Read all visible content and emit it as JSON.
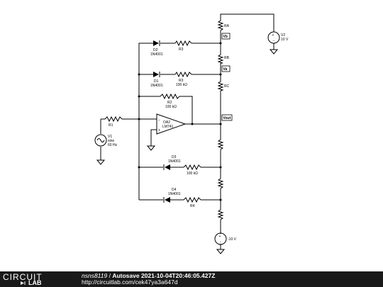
{
  "schematic": {
    "nodes": {
      "vb": "Vb",
      "va": "Va",
      "vout": "Vout"
    },
    "components": {
      "ra": {
        "name": "RA"
      },
      "rb": {
        "name": "RB"
      },
      "rc": {
        "name": "RC"
      },
      "v2": {
        "name": "V2",
        "value": "10 V"
      },
      "d2": {
        "name": "D2",
        "part": "1N4001"
      },
      "r3_top": {
        "name": "R3"
      },
      "d1_mid": {
        "name": "D1",
        "part": "1N4001"
      },
      "r3_mid": {
        "name": "R3",
        "value": "100 kΩ"
      },
      "r2": {
        "name": "R2",
        "value": "100 kΩ"
      },
      "r1": {
        "name": "R1"
      },
      "v1": {
        "name": "V1",
        "wave": "sine",
        "freq": "60 Hz"
      },
      "oa2": {
        "name": "OA2",
        "part": "LM741"
      },
      "d3": {
        "name": "D3",
        "part": "1N4001"
      },
      "r_d3": {
        "value": "100 kΩ"
      },
      "d4": {
        "name": "D4",
        "part": "1N4001"
      },
      "r4": {
        "name": "R4"
      },
      "vneg": {
        "value": "-10 V"
      }
    }
  },
  "footer": {
    "logo_top": "CIRCUIT",
    "logo_bottom": "LAB",
    "user": "nsns8119",
    "separator": " / ",
    "title": "Autosave 2021-10-04T20:46:05.427Z",
    "url": "http://circuitlab.com/cek47ya3a647d"
  }
}
